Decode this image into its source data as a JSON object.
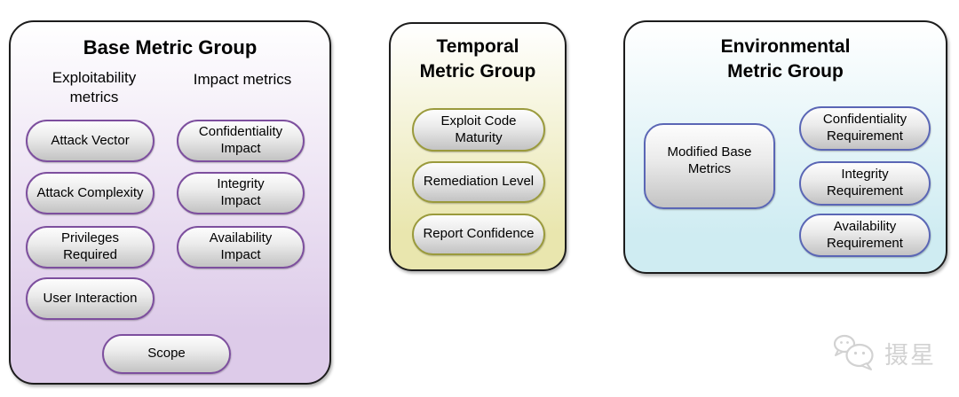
{
  "base_group": {
    "title": "Base Metric Group",
    "exploitability_header": "Exploitability\nmetrics",
    "impact_header": "Impact metrics",
    "exploitability_metrics": [
      "Attack Vector",
      "Attack Complexity",
      "Privileges\nRequired",
      "User Interaction"
    ],
    "impact_metrics": [
      "Confidentiality\nImpact",
      "Integrity\nImpact",
      "Availability\nImpact"
    ],
    "scope": "Scope",
    "colors": {
      "fill_bottom": "#ddcbe9",
      "pill_border": "#7d4f9e"
    }
  },
  "temporal_group": {
    "title": "Temporal\nMetric Group",
    "metrics": [
      "Exploit Code\nMaturity",
      "Remediation Level",
      "Report Confidence"
    ],
    "colors": {
      "fill_bottom": "#e9e6ae",
      "pill_border": "#9a9a3c"
    }
  },
  "environmental_group": {
    "title": "Environmental\nMetric Group",
    "modified_base": "Modified Base\nMetrics",
    "metrics": [
      "Confidentiality\nRequirement",
      "Integrity\nRequirement",
      "Availability\nRequirement"
    ],
    "colors": {
      "fill_bottom": "#cfecf2",
      "pill_border": "#5a66b5"
    }
  },
  "watermark": {
    "text": "摄星",
    "icon": "wechat-sketch-icon",
    "color": "#d2d2d2"
  }
}
